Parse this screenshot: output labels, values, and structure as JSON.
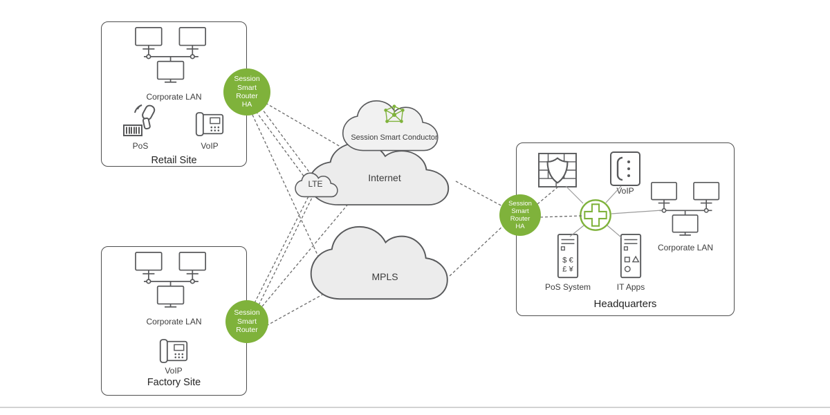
{
  "colors": {
    "green": "#7fb23b",
    "outline": "#58595b",
    "cloud_fill": "#ececec",
    "dash_line": "#6a6a6a"
  },
  "retail_site": {
    "title": "Retail Site",
    "lan_label": "Corporate LAN",
    "pos_label": "PoS",
    "voip_label": "VoIP"
  },
  "factory_site": {
    "title": "Factory Site",
    "lan_label": "Corporate LAN",
    "voip_label": "VoIP"
  },
  "headquarters": {
    "title": "Headquarters",
    "voip_label": "VoIP",
    "lan_label": "Corporate LAN",
    "pos_system_label": "PoS System",
    "it_apps_label": "IT Apps",
    "pos_symbols_row1": "$ €",
    "pos_symbols_row2": "£ ¥"
  },
  "routers": {
    "retail_ha": "Session\nSmart\nRouter\nHA",
    "factory": "Session\nSmart\nRouter",
    "hq_ha": "Session\nSmart\nRouter\nHA"
  },
  "clouds": {
    "conductor": "Session Smart Conductor",
    "internet": "Internet",
    "lte": "LTE",
    "mpls": "MPLS"
  }
}
